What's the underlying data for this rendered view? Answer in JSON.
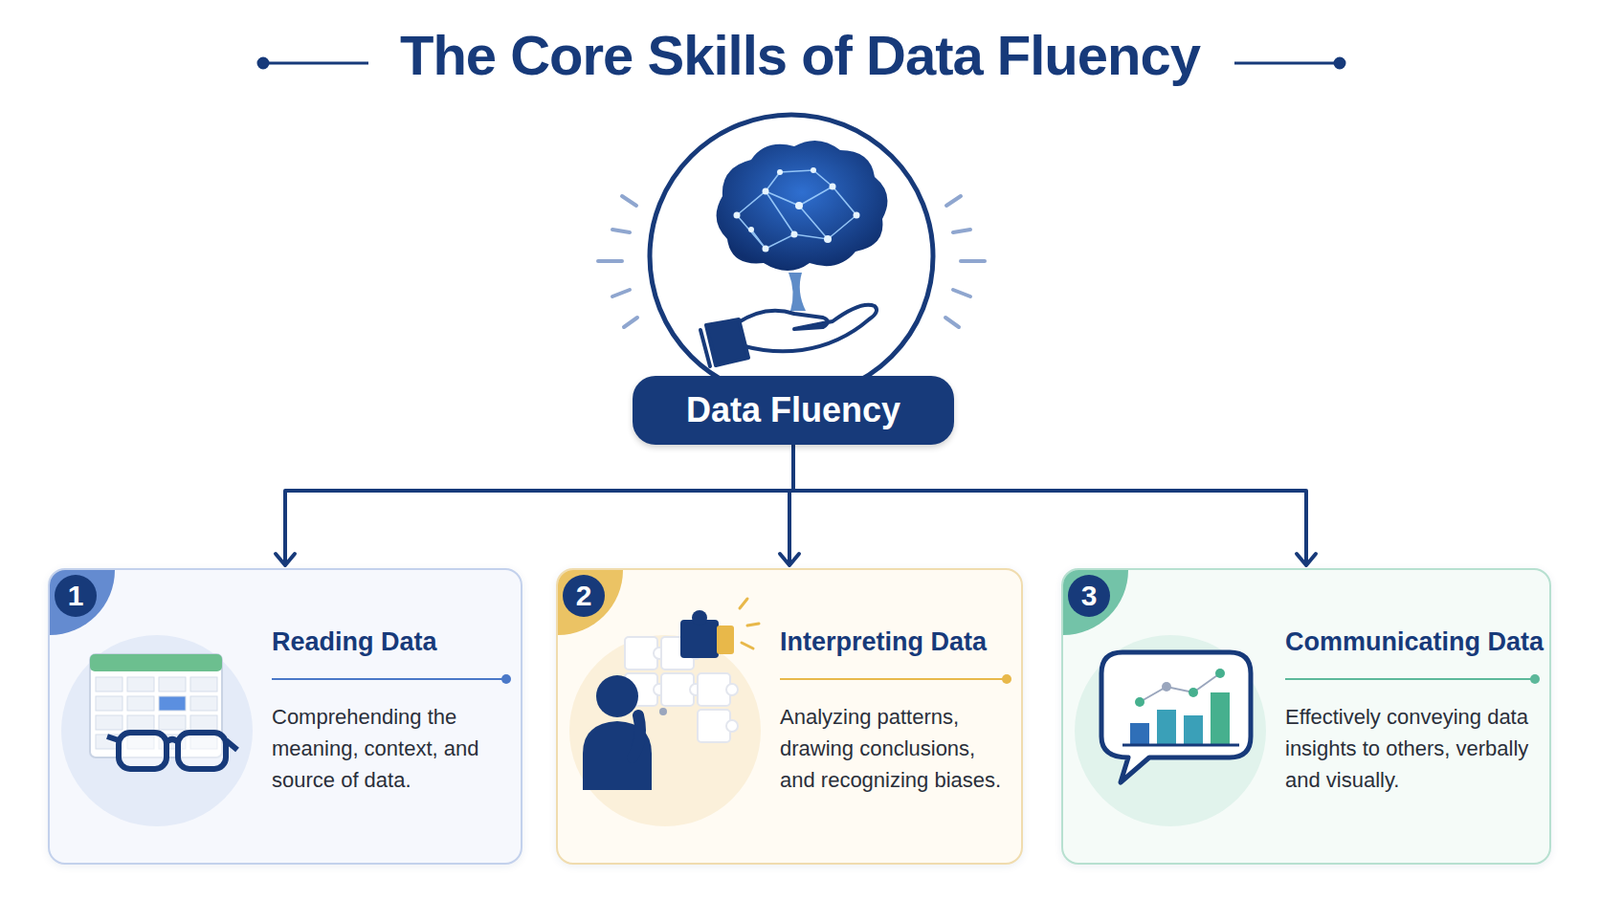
{
  "diagram": {
    "title": "The Core Skills of Data Fluency",
    "nodes": [
      {
        "text": [
          "Data Fluency"
        ]
      },
      {
        "text": [
          "Reading Data",
          "Comprehending the meaning, context, and source of data."
        ]
      },
      {
        "text": [
          "1"
        ],
        "in": 1
      },
      {
        "text": [
          "Interpreting Data",
          "Analyzing patterns, drawing conclusions, and recognizing biases."
        ]
      },
      {
        "text": [
          "2"
        ],
        "in": 3
      },
      {
        "text": [
          "Communicating Data",
          "Effectively conveying data insights to others, verbally and visually."
        ]
      },
      {
        "text": [
          "3"
        ],
        "in": 5
      }
    ],
    "edges": [
      {
        "from": 0,
        "to": 1,
        "arrow": "to"
      },
      {
        "from": 0,
        "to": 3,
        "arrow": "to"
      },
      {
        "from": 0,
        "to": 5,
        "arrow": "to"
      }
    ]
  }
}
